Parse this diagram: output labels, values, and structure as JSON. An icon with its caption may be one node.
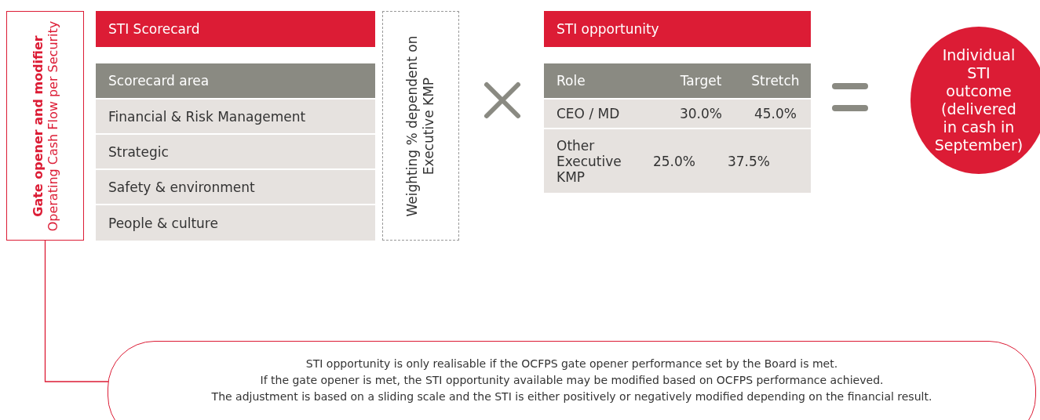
{
  "diagram": {
    "nodes": [
      {
        "text": [
          "Gate opener and modifier",
          "Operating Cash Flow per Security"
        ]
      },
      {
        "text": [
          "STI Scorecard"
        ]
      },
      {
        "text": [
          "Scorecard area"
        ]
      },
      {
        "text": [
          "Financial & Risk Management"
        ]
      },
      {
        "text": [
          "Strategic"
        ]
      },
      {
        "text": [
          "Safety & environment"
        ]
      },
      {
        "text": [
          "People & culture"
        ]
      },
      {
        "text": [
          "Weighting % dependent on Executive KMP"
        ]
      },
      {
        "text": [
          "STI opportunity"
        ]
      },
      {
        "text": [
          "Role",
          "Target",
          "Stretch"
        ]
      },
      {
        "text": [
          "CEO / MD",
          "30.0%",
          "45.0%"
        ]
      },
      {
        "text": [
          "Other Executive KMP",
          "25.0%",
          "37.5%"
        ]
      },
      {
        "text": [
          "Individual STI outcome (delivered in cash in September)"
        ]
      },
      {
        "text": [
          "STI opportunity is only realisable if the OCFPS gate opener performance set by the Board is met.",
          "If the gate opener is met, the STI opportunity available may be modified based on OCFPS performance achieved.",
          "The adjustment is based on a sliding scale and the STI is either positively or negatively modified depending on the financial result."
        ]
      }
    ],
    "edges": [
      {
        "from": 0,
        "to": 13,
        "arrow": "none"
      }
    ]
  }
}
